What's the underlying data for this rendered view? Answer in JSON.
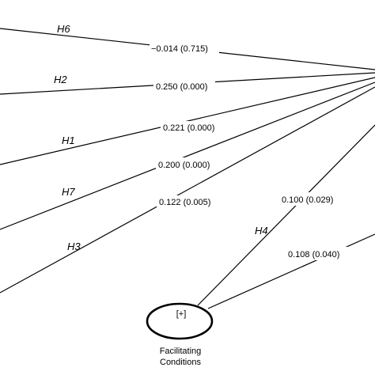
{
  "paths": [
    {
      "id": "h6",
      "hypothesis": "H6",
      "coefficient": "−0.014 (0.715)"
    },
    {
      "id": "h2",
      "hypothesis": "H2",
      "coefficient": "0.250 (0.000)"
    },
    {
      "id": "h1",
      "hypothesis": "H1",
      "coefficient": "0.221 (0.000)"
    },
    {
      "id": "h7",
      "hypothesis": "H7",
      "coefficient": "0.200 (0.000)"
    },
    {
      "id": "h3",
      "hypothesis": "H3",
      "coefficient": "0.122 (0.005)"
    },
    {
      "id": "h4",
      "hypothesis": "H4",
      "coefficient": "0.100 (0.029)"
    },
    {
      "id": "h4b",
      "hypothesis": "",
      "coefficient": "0.108 (0.040)"
    }
  ],
  "construct": {
    "sign": "[+]",
    "label_line1": "Facilitating",
    "label_line2": "Conditions"
  }
}
